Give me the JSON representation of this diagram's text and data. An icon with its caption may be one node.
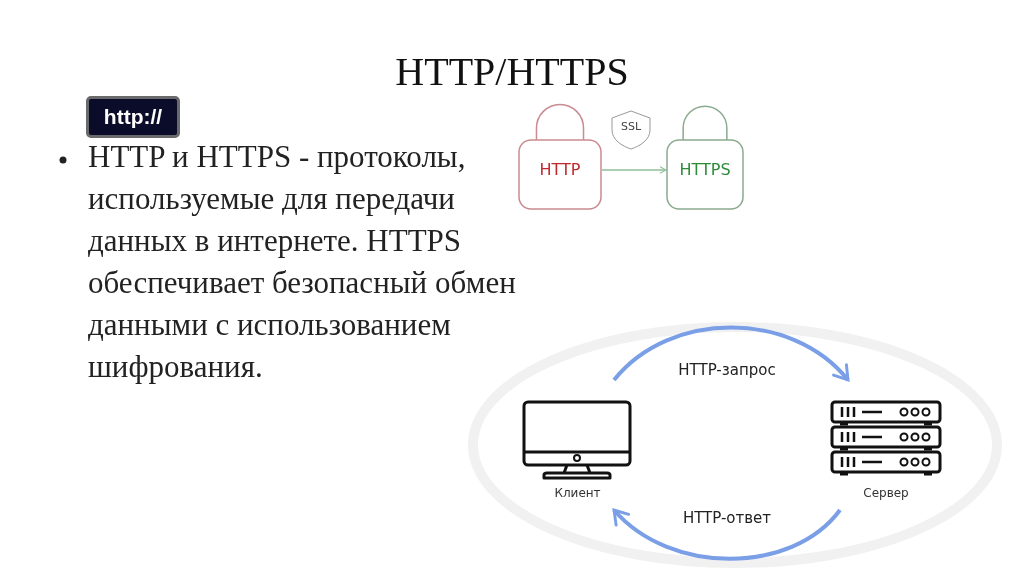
{
  "diagram": {
    "title": "HTTP/HTTPS",
    "nodes": [
      {
        "text": [
          "http://"
        ]
      },
      {
        "text": [
          "HTTP"
        ]
      },
      {
        "text": [
          "SSL"
        ]
      },
      {
        "text": [
          "HTTPS"
        ]
      },
      {
        "text": [
          "Клиент"
        ]
      },
      {
        "text": [
          "Сервер"
        ]
      }
    ],
    "edges": [
      {
        "from": 1,
        "to": 3,
        "arrow": "to",
        "color": "#8fbf98"
      },
      {
        "from": 4,
        "to": 5,
        "arrow": "to",
        "label": "HTTP-запрос"
      },
      {
        "from": 5,
        "to": 4,
        "arrow": "to",
        "label": "HTTP-ответ"
      }
    ],
    "labels": [
      "HTTP и HTTPS - протоколы, используемые для передачи данных в интернете. HTTPS обеспечивает безопасный обмен данными с использованием шифрования."
    ]
  }
}
